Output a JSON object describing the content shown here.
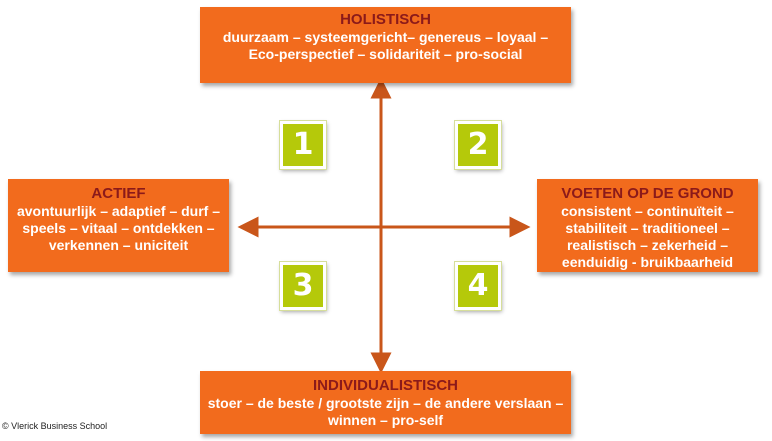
{
  "quadrants": {
    "top": {
      "title": "HOLISTISCH",
      "desc": "duurzaam – systeemgericht– genereus – loyaal – Eco-perspectief – solidariteit – pro-social"
    },
    "left": {
      "title": "ACTIEF",
      "desc": "avontuurlijk – adaptief – durf – speels – vitaal – ontdekken – verkennen – uniciteit"
    },
    "right": {
      "title": "VOETEN OP DE GROND",
      "desc": "consistent – continuïteit – stabiliteit – traditioneel – realistisch – zekerheid – eenduidig - bruikbaarheid"
    },
    "bottom": {
      "title": "INDIVIDUALISTISCH",
      "desc": "stoer – de beste / grootste zijn – de andere verslaan – winnen – pro-self"
    }
  },
  "numbers": {
    "n1": "1",
    "n2": "2",
    "n3": "3",
    "n4": "4"
  },
  "footer": {
    "copyright": "© Vlerick Business School"
  },
  "colors": {
    "box": "#f26b1d",
    "title": "#8b1a1a",
    "badge": "#b5c90a",
    "axis": "#c9561a"
  }
}
